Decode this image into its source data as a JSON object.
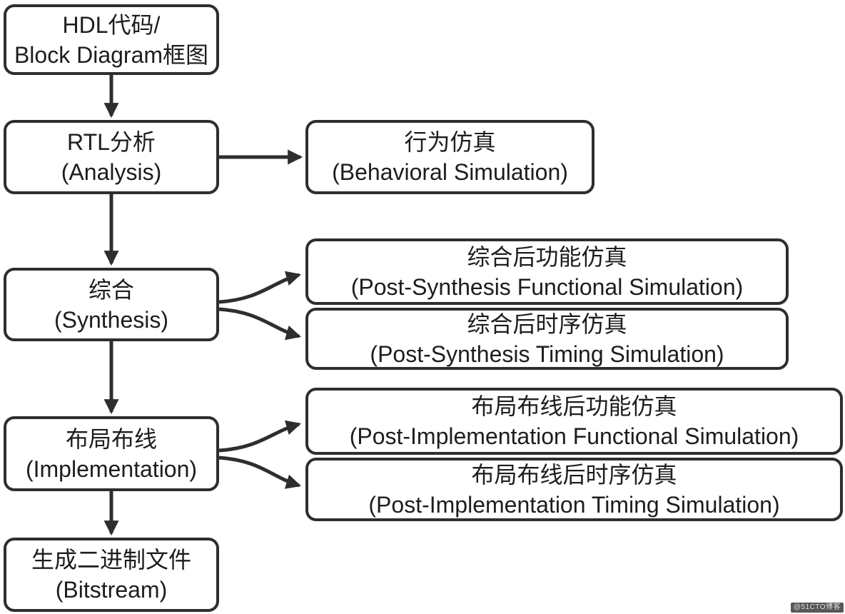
{
  "colors": {
    "background": "#ffffff",
    "box_fill": "#ffffff",
    "stroke": "#2e2e2e",
    "text": "#1d1d1d"
  },
  "nodes": {
    "flow": [
      {
        "id": "hdl-block-diagram",
        "line1": "HDL代码/",
        "line2": "Block Diagram框图"
      },
      {
        "id": "rtl-analysis",
        "line1": "RTL分析",
        "line2": "(Analysis)"
      },
      {
        "id": "synthesis",
        "line1": "综合",
        "line2": "(Synthesis)"
      },
      {
        "id": "implementation",
        "line1": "布局布线",
        "line2": "(Implementation)"
      },
      {
        "id": "bitstream-generation",
        "line1": "生成二进制文件",
        "line2": "(Bitstream)"
      }
    ],
    "sims": [
      {
        "id": "behavioral-simulation",
        "line1": "行为仿真",
        "line2": "(Behavioral Simulation)"
      },
      {
        "id": "post-synthesis-functional-simulation",
        "line1": "综合后功能仿真",
        "line2": "(Post-Synthesis Functional Simulation)"
      },
      {
        "id": "post-synthesis-timing-simulation",
        "line1": "综合后时序仿真",
        "line2": "(Post-Synthesis Timing Simulation)"
      },
      {
        "id": "post-implementation-functional-simulation",
        "line1": "布局布线后功能仿真",
        "line2": "(Post-Implementation Functional Simulation)"
      },
      {
        "id": "post-implementation-timing-simulation",
        "line1": "布局布线后时序仿真",
        "line2": "(Post-Implementation Timing Simulation)"
      }
    ]
  },
  "edges": [
    {
      "from": "hdl-block-diagram",
      "to": "rtl-analysis",
      "type": "down-arrow"
    },
    {
      "from": "rtl-analysis",
      "to": "behavioral-simulation",
      "type": "right-arrow"
    },
    {
      "from": "rtl-analysis",
      "to": "synthesis",
      "type": "down-arrow"
    },
    {
      "from": "synthesis",
      "to": "post-synthesis-functional-simulation",
      "type": "curved-arrow"
    },
    {
      "from": "synthesis",
      "to": "post-synthesis-timing-simulation",
      "type": "curved-arrow"
    },
    {
      "from": "synthesis",
      "to": "implementation",
      "type": "down-arrow"
    },
    {
      "from": "implementation",
      "to": "post-implementation-functional-simulation",
      "type": "curved-arrow"
    },
    {
      "from": "implementation",
      "to": "post-implementation-timing-simulation",
      "type": "curved-arrow"
    },
    {
      "from": "implementation",
      "to": "bitstream-generation",
      "type": "down-arrow"
    }
  ],
  "watermark": "@51CTO博客"
}
